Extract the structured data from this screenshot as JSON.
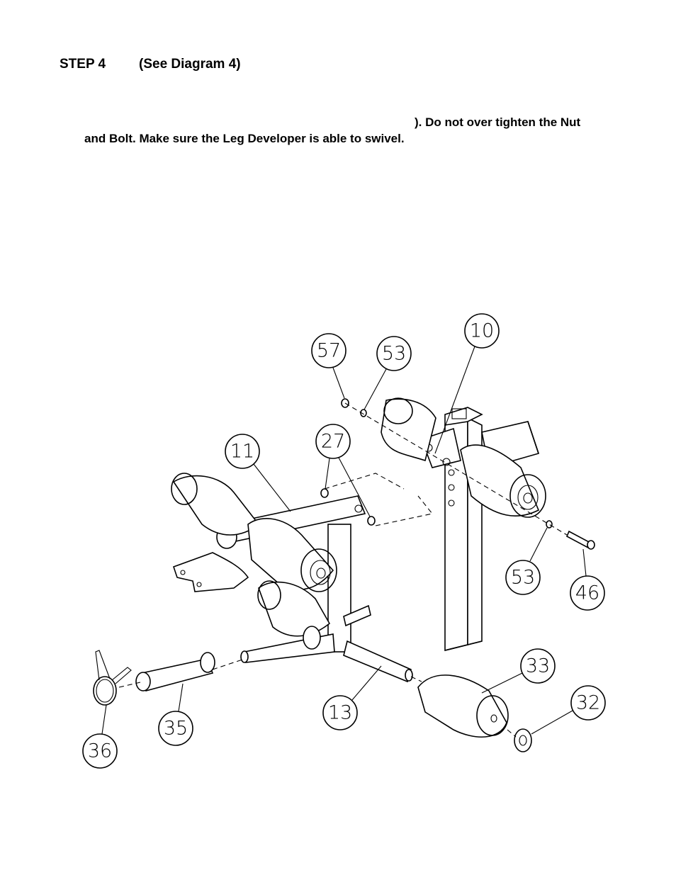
{
  "step": {
    "label": "STEP 4",
    "reference": "(See Diagram 4)"
  },
  "instructions": {
    "line1": "). Do not over tighten the Nut",
    "line2": "and Bolt. Make sure the Leg Developer is able to swivel."
  },
  "callouts": [
    "57",
    "53",
    "10",
    "11",
    "27",
    "53",
    "46",
    "33",
    "32",
    "13",
    "35",
    "36"
  ]
}
